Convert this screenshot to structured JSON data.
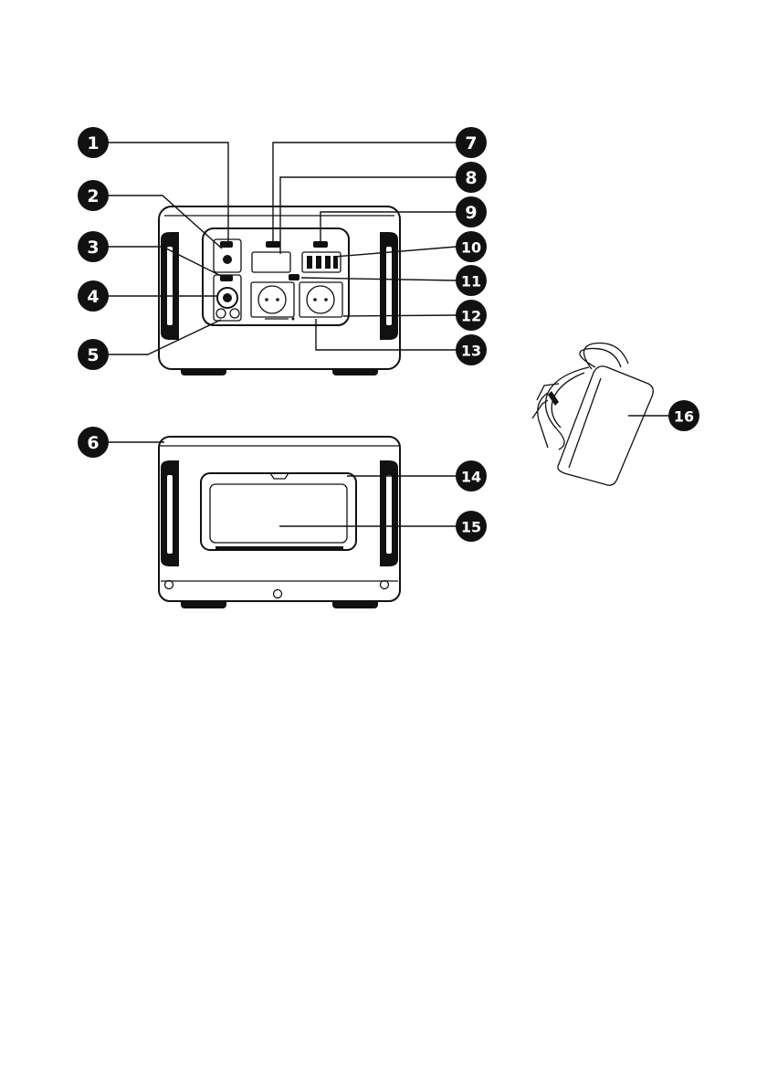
{
  "callouts": [
    {
      "id": "1",
      "label": "1"
    },
    {
      "id": "2",
      "label": "2"
    },
    {
      "id": "3",
      "label": "3"
    },
    {
      "id": "4",
      "label": "4"
    },
    {
      "id": "5",
      "label": "5"
    },
    {
      "id": "6",
      "label": "6"
    },
    {
      "id": "7",
      "label": "7"
    },
    {
      "id": "8",
      "label": "8"
    },
    {
      "id": "9",
      "label": "9"
    },
    {
      "id": "10",
      "label": "10"
    },
    {
      "id": "11",
      "label": "11"
    },
    {
      "id": "12",
      "label": "12"
    },
    {
      "id": "13",
      "label": "13"
    },
    {
      "id": "14",
      "label": "14"
    },
    {
      "id": "15",
      "label": "15"
    },
    {
      "id": "16",
      "label": "16"
    }
  ],
  "colors": {
    "ink": "#111111",
    "paper": "#ffffff"
  }
}
